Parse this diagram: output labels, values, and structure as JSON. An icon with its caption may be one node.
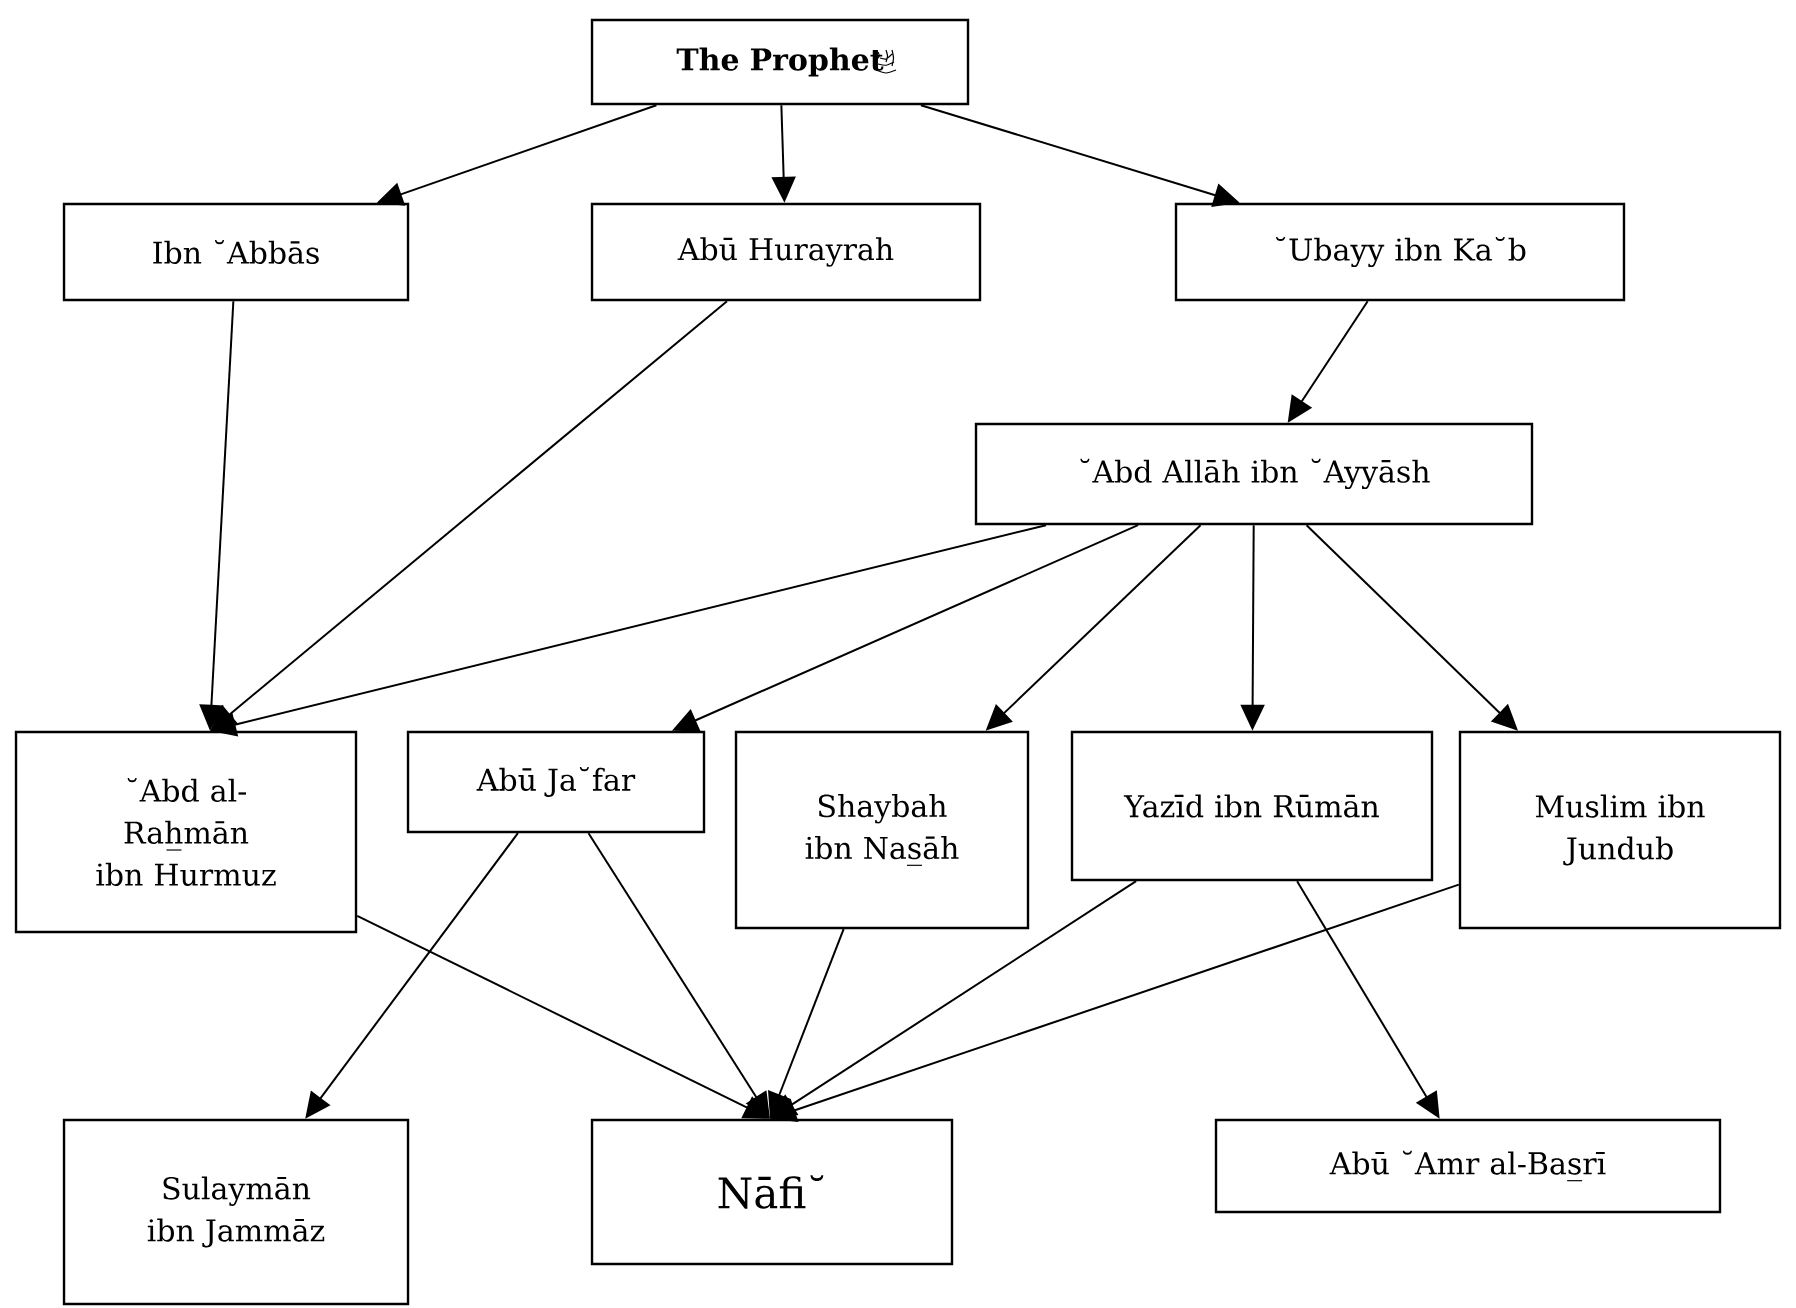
{
  "diagram": {
    "nodes": [
      {
        "text": [
          "The Prophet"
        ]
      },
      {
        "text": [
          "Ibn ˘Abbās"
        ]
      },
      {
        "text": [
          "Abū Hurayrah"
        ]
      },
      {
        "text": [
          "˘Ubayy ibn Ka˘b"
        ]
      },
      {
        "text": [
          "˘Abd Allāh ibn ˘Ayyāsh"
        ]
      },
      {
        "text": [
          "˘Abd al-Rah̲mān ibn Hurmuz"
        ]
      },
      {
        "text": [
          "Abū Ja˘far"
        ]
      },
      {
        "text": [
          "Shaybah ibn Nas̲āh"
        ]
      },
      {
        "text": [
          "Yazīd ibn Rūmān"
        ]
      },
      {
        "text": [
          "Muslim ibn Jundub"
        ]
      },
      {
        "text": [
          "Sulaymān ibn Jammāz"
        ]
      },
      {
        "text": [
          "Nāfi˘"
        ]
      },
      {
        "text": [
          "Abū ˘Amr al-Bas̲rī"
        ]
      }
    ],
    "edges": [
      {
        "from": 0,
        "to": 1,
        "arrow": "to"
      },
      {
        "from": 0,
        "to": 2,
        "arrow": "to"
      },
      {
        "from": 0,
        "to": 3,
        "arrow": "to"
      },
      {
        "from": 3,
        "to": 4,
        "arrow": "to"
      },
      {
        "from": 1,
        "to": 5,
        "arrow": "to"
      },
      {
        "from": 2,
        "to": 5,
        "arrow": "to"
      },
      {
        "from": 4,
        "to": 5,
        "arrow": "to"
      },
      {
        "from": 4,
        "to": 6,
        "arrow": "to"
      },
      {
        "from": 4,
        "to": 7,
        "arrow": "to"
      },
      {
        "from": 4,
        "to": 8,
        "arrow": "to"
      },
      {
        "from": 4,
        "to": 9,
        "arrow": "to"
      },
      {
        "from": 5,
        "to": 11,
        "arrow": "to"
      },
      {
        "from": 6,
        "to": 10,
        "arrow": "to"
      },
      {
        "from": 6,
        "to": 11,
        "arrow": "to"
      },
      {
        "from": 7,
        "to": 11,
        "arrow": "to"
      },
      {
        "from": 8,
        "to": 11,
        "arrow": "to"
      },
      {
        "from": 8,
        "to": 12,
        "arrow": "to"
      },
      {
        "from": 9,
        "to": 11,
        "arrow": "to"
      }
    ]
  }
}
